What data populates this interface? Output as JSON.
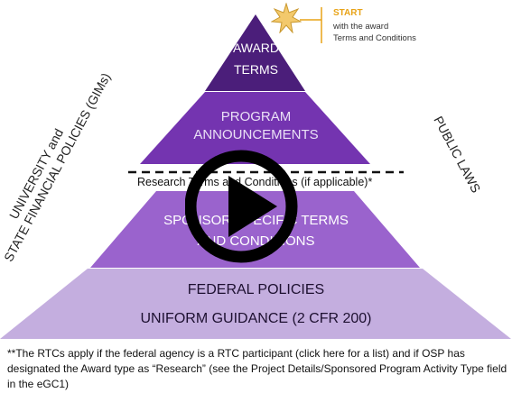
{
  "pyramid": {
    "award_terms": [
      "AWARD",
      "TERMS"
    ],
    "program_announcements": [
      "PROGRAM",
      "ANNOUNCEMENTS"
    ],
    "research_terms": "Research Terms and Conditions (if applicable)*",
    "sponsor_specific": [
      "SPONSOR SPECIFIC TERMS",
      "AND CONDITIONS"
    ],
    "federal_policies": "FEDERAL POLICIES",
    "uniform_guidance": "UNIFORM GUIDANCE (2 CFR 200)"
  },
  "start": {
    "title": "START",
    "line1": "with the  award",
    "line2": "Terms and Conditions"
  },
  "side_left": [
    "UNIVERSITY and",
    "STATE FINANCIAL POLICIES (GIMs)"
  ],
  "side_right": "PUBLIC LAWS",
  "footnote": "**The RTCs apply if the federal agency is a RTC participant (click here for a list) and if OSP has designated the Award type as “Research” (see the Project Details/Sponsored Program Activity Type field in the eGC1)",
  "colors": {
    "tier1": "#4b1e7a",
    "tier2": "#7434b0",
    "tier3": "#9a63cd",
    "tier4": "#c4aedf",
    "star": "#f3c96c",
    "accent": "#e8a317"
  },
  "icons": [
    "start-star-icon",
    "play-icon"
  ]
}
